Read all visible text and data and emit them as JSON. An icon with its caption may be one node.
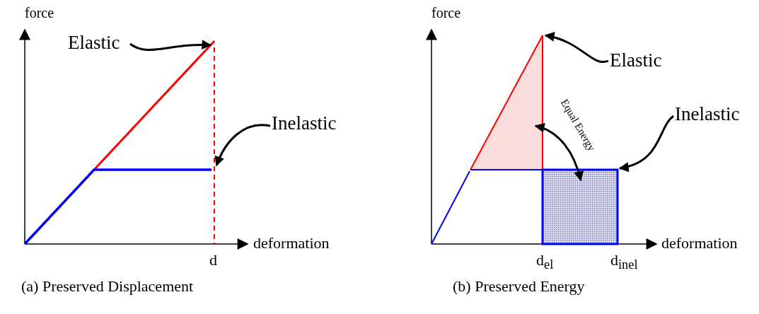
{
  "diagram": {
    "nodes": [
      {
        "text": [
          "Elastic"
        ]
      },
      {
        "text": [
          "Inelastic"
        ]
      },
      {
        "text": [
          "Elastic"
        ]
      },
      {
        "text": [
          "Inelastic"
        ]
      },
      {
        "text": [],
        "shape": "triangle"
      },
      {
        "text": [],
        "shape": "box"
      },
      {
        "text": [],
        "shape": "line"
      },
      {
        "text": [],
        "shape": "line"
      }
    ],
    "edges": [
      {
        "from": 0,
        "to": 6,
        "arrow": "to"
      },
      {
        "from": 1,
        "to": 7,
        "arrow": "to"
      },
      {
        "from": 2,
        "to": 4,
        "arrow": "to"
      },
      {
        "from": 3,
        "to": 5,
        "arrow": "to"
      },
      {
        "from": 4,
        "to": 5,
        "arrow": "both",
        "label": "Equal Energy"
      }
    ],
    "labels": [
      "force",
      "deformation",
      "d",
      "(a) Preserved Displacement",
      "force",
      "d$_{el}$",
      "d$_{inel}$",
      "deformation",
      "(b) Preserved Energy"
    ]
  }
}
